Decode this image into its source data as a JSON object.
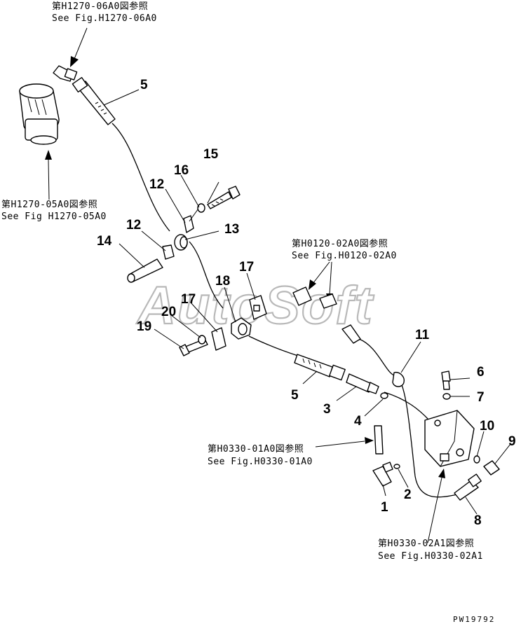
{
  "references": [
    {
      "id": "ref-h1270-06a0",
      "line1": "第H1270-06A0図参照",
      "line2": "See Fig.H1270-06A0"
    },
    {
      "id": "ref-h1270-05a0",
      "line1": "第H1270-05A0図参照",
      "line2": "See Fig H1270-05A0"
    },
    {
      "id": "ref-h0120-02a0",
      "line1": "第H0120-02A0図参照",
      "line2": "See Fig.H0120-02A0"
    },
    {
      "id": "ref-h0330-01a0",
      "line1": "第H0330-01A0図参照",
      "line2": "See Fig.H0330-01A0"
    },
    {
      "id": "ref-h0330-02a1",
      "line1": "第H0330-02A1図参照",
      "line2": "See Fig.H0330-02A1"
    }
  ],
  "part_numbers": {
    "p1": "1",
    "p2": "2",
    "p3": "3",
    "p4": "4",
    "p5a": "5",
    "p5b": "5",
    "p6": "6",
    "p7": "7",
    "p8": "8",
    "p9": "9",
    "p10": "10",
    "p11": "11",
    "p12a": "12",
    "p12b": "12",
    "p13": "13",
    "p14": "14",
    "p15": "15",
    "p16": "16",
    "p17a": "17",
    "p17b": "17",
    "p18": "18",
    "p19": "19",
    "p20": "20"
  },
  "watermark": "AutoSoft",
  "drawing_code": "PW19792"
}
